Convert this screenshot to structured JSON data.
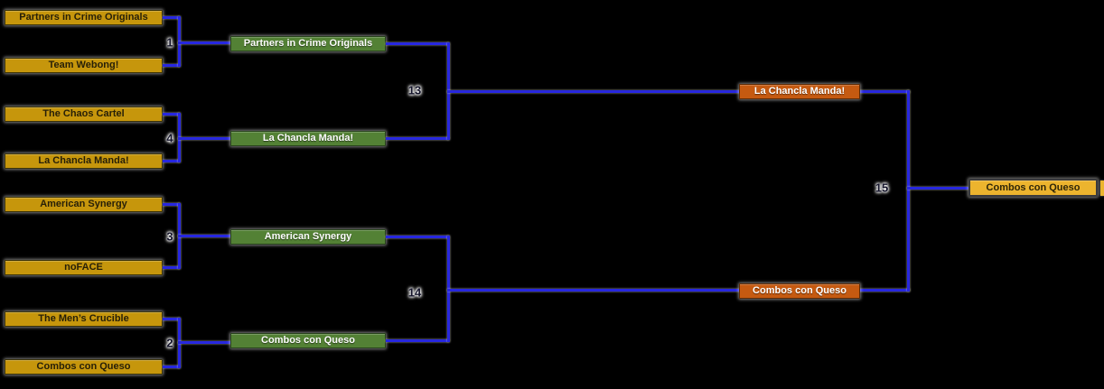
{
  "background": "#000000",
  "colors": {
    "background": "#000000",
    "round1_box": "#C6960C",
    "round2_box": "#538135",
    "round3_box": "#C55A11",
    "champion_box": "#ECB42E",
    "connector": "#2727DF",
    "number_text": "#15152B"
  },
  "round1": {
    "matches": [
      {
        "number": "1",
        "top": "Partners in Crime Originals",
        "bottom": "Team Webong!"
      },
      {
        "number": "4",
        "top": "The Chaos Cartel",
        "bottom": "La Chancla Manda!"
      },
      {
        "number": "3",
        "top": "American Synergy",
        "bottom": "noFACE"
      },
      {
        "number": "2",
        "top": "The Men’s Crucible",
        "bottom": "Combos con Queso"
      }
    ]
  },
  "round2": {
    "matches": [
      {
        "number": "13",
        "top": "Partners in Crime Originals",
        "bottom": "La Chancla Manda!"
      },
      {
        "number": "14",
        "top": "American Synergy",
        "bottom": "Combos con Queso"
      }
    ]
  },
  "final": {
    "number": "15",
    "top": "La Chancla Manda!",
    "bottom": "Combos con Queso",
    "champion": "Combos con Queso"
  }
}
